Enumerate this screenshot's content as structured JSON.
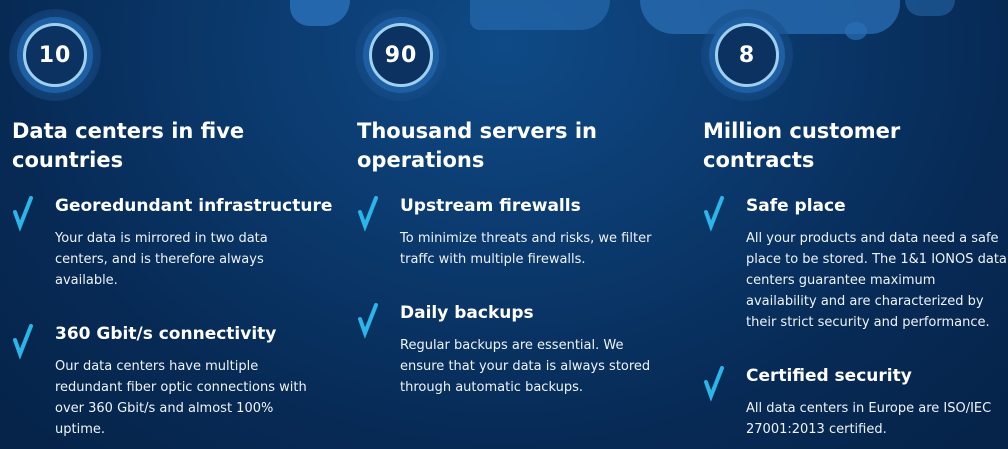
{
  "columns": [
    {
      "stat": "10",
      "heading": "Data centers in five countries",
      "items": [
        {
          "title": "Georedundant infrastructure",
          "text": "Your data is mirrored in two data centers, and is therefore always available."
        },
        {
          "title": "360 Gbit/s connectivity",
          "text": "Our data centers have multiple redundant fiber optic connections with over 360 Gbit/s and almost 100% uptime."
        }
      ]
    },
    {
      "stat": "90",
      "heading": "Thousand servers in operations",
      "items": [
        {
          "title": "Upstream firewalls",
          "text": "To minimize threats and risks, we filter traffc with multiple firewalls."
        },
        {
          "title": "Daily backups",
          "text": "Regular backups are essential. We ensure that your data is always stored through automatic backups."
        }
      ]
    },
    {
      "stat": "8",
      "heading": "Million customer contracts",
      "items": [
        {
          "title": "Safe place",
          "text": "All your products and data need a safe place to be stored. The 1&1 IONOS data centers guarantee maximum availability and are characterized by their strict security and performance."
        },
        {
          "title": "Certified security",
          "text": "All data centers in Europe are ISO/IEC 27001:2013 certified."
        }
      ]
    }
  ],
  "colors": {
    "check": "#2bb5e8",
    "ring": "#9fd0f0"
  },
  "icons": {
    "badge": "circle-badge",
    "bullet": "checkmark-icon"
  }
}
